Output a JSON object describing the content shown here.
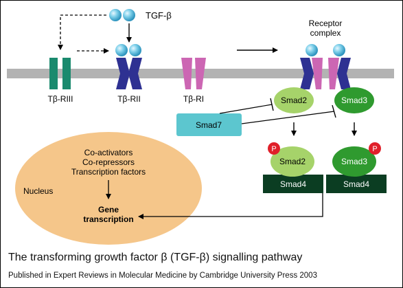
{
  "diagram": {
    "ligand_label": "TGF-β",
    "receptor_complex_label": [
      "Receptor",
      "complex"
    ],
    "receptors": {
      "tbriii": "Tβ-RIII",
      "tbrii": "Tβ-RII",
      "tbri": "Tβ-RI"
    },
    "smads": {
      "smad2": "Smad2",
      "smad3": "Smad3",
      "smad7": "Smad7",
      "smad2_complex": "Smad2",
      "smad3_complex": "Smad3",
      "smad4_left": "Smad4",
      "smad4_right": "Smad4"
    },
    "phospho_label": "P",
    "nucleus": {
      "label": "Nucleus",
      "factors": [
        "Co-activators",
        "Co-repressors",
        "Transcription factors"
      ],
      "gene_transcription": [
        "Gene",
        "transcription"
      ]
    },
    "colors": {
      "membrane": "#b3b3b3",
      "tbriii": "#1a8a6e",
      "tbrii": "#2e3192",
      "tbri": "#cc66b3",
      "ligand": "#41b1d6",
      "smad_light": "#a6d36a",
      "smad_dark": "#2f9a2f",
      "smad4": "#0b3d22",
      "smad7": "#5cc6cf",
      "nucleus": "#f5c68a",
      "phospho": "#e0202a"
    }
  },
  "caption": "The transforming growth factor β (TGF-β) signalling pathway",
  "source": "Published in Expert Reviews in Molecular Medicine by Cambridge University Press 2003"
}
